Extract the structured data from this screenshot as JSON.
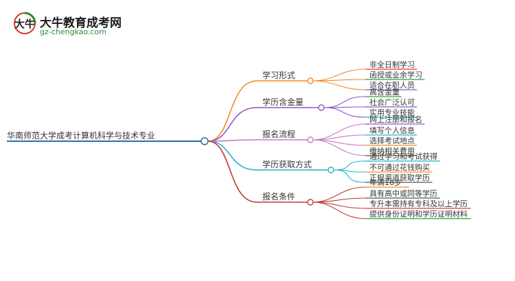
{
  "brand": {
    "title": "大牛教育成考网",
    "url": "gz-chengkao.com",
    "logo_glyphs": "大牛",
    "colors": {
      "red": "#d23a2a",
      "green": "#2c8a32"
    }
  },
  "mindmap": {
    "root": "华南师范大学成考计算机科学与技术专业",
    "branches": [
      {
        "label": "学习形式",
        "color": "#f08a24",
        "children": [
          "非全日制学习",
          "函授或业余学习",
          "适合在职人员"
        ]
      },
      {
        "label": "学历含金量",
        "color": "#8e55c8",
        "children": [
          "高含金量",
          "社会广泛认可",
          "实用专业技能"
        ]
      },
      {
        "label": "报名流程",
        "color": "#c678c8",
        "children": [
          "网上注册和报名",
          "填写个人信息",
          "选择考试地点",
          "缴纳相关费用"
        ]
      },
      {
        "label": "学历获取方式",
        "color": "#1fb4c4",
        "children": [
          "通过学习和考试获得",
          "不可通过花钱购买",
          "正规渠道获取学历"
        ]
      },
      {
        "label": "报名条件",
        "color": "#c0392b",
        "children": [
          "年满18岁",
          "具有高中或同等学历",
          "专升本需持有专科及以上学历",
          "提供身份证明和学历证明材料"
        ]
      }
    ],
    "leaf_colors": [
      "#e8382b",
      "#2d9a3c",
      "#8e55c8",
      "#1fb4c4",
      "#f08a24",
      "#555555"
    ]
  }
}
